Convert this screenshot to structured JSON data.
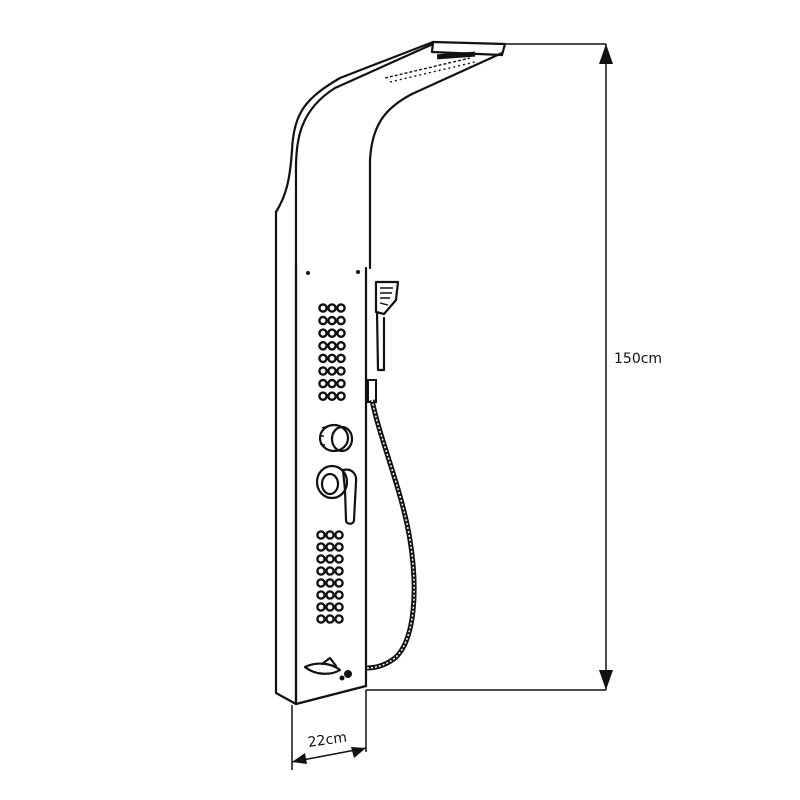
{
  "diagram": {
    "subject": "shower panel column",
    "components": [
      "rain-shower-head",
      "body-jets-upper",
      "thermostatic-knob",
      "mixer-lever",
      "body-jets-lower",
      "tub-spout",
      "hand-shower",
      "shower-hose"
    ],
    "upper_jets": {
      "rows": 8,
      "cols": 3
    },
    "lower_jets": {
      "rows": 8,
      "cols": 3
    }
  },
  "dimensions": {
    "height": {
      "label": "150cm",
      "value": 150,
      "unit": "cm"
    },
    "width": {
      "label": "22cm",
      "value": 22,
      "unit": "cm"
    }
  },
  "colors": {
    "line": "#111111",
    "background": "#ffffff"
  }
}
